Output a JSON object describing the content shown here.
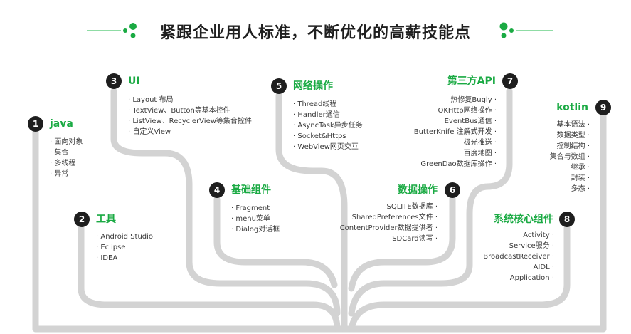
{
  "title": "紧跟企业用人标准，不断优化的高薪技能点",
  "colors": {
    "accent": "#1aaa43",
    "accent_light": "#8fdca5",
    "badge": "#1e1e1e",
    "branch": "#d3d3d3"
  },
  "branches": [
    {
      "number": "1",
      "title": "java",
      "items": [
        "面向对象",
        "集合",
        "多线程",
        "异常"
      ]
    },
    {
      "number": "2",
      "title": "工具",
      "items": [
        "Android Studio",
        "Eclipse",
        "IDEA"
      ]
    },
    {
      "number": "3",
      "title": "UI",
      "items": [
        "Layout 布局",
        "TextView、Button等基本控件",
        "ListView、RecyclerView等集合控件",
        "自定义View"
      ]
    },
    {
      "number": "4",
      "title": "基础组件",
      "items": [
        "Fragment",
        "menu菜单",
        "Dialog对话框"
      ]
    },
    {
      "number": "5",
      "title": "网络操作",
      "items": [
        "Thread线程",
        "Handler通信",
        "AsyncTask异步任务",
        "Socket&Https",
        "WebView网页交互"
      ]
    },
    {
      "number": "6",
      "title": "数据操作",
      "items": [
        "SQLITE数据库",
        "SharedPreferences文件",
        "ContentProvider数据提供者",
        "SDCard读写"
      ]
    },
    {
      "number": "7",
      "title": "第三方API",
      "items": [
        "热修复Bugly",
        "OKHttp网络操作",
        "EventBus通信",
        "ButterKnife 注解式开发",
        "极光推送",
        "百度地图",
        "GreenDao数据库操作"
      ]
    },
    {
      "number": "8",
      "title": "系统核心组件",
      "items": [
        "Activity",
        "Service服务",
        "BroadcastReceiver",
        "AIDL",
        "Application"
      ]
    },
    {
      "number": "9",
      "title": "kotlin",
      "items": [
        "基本语法",
        "数据类型",
        "控制结构",
        "集合与数组",
        "继承",
        "封装",
        "多态"
      ]
    }
  ]
}
